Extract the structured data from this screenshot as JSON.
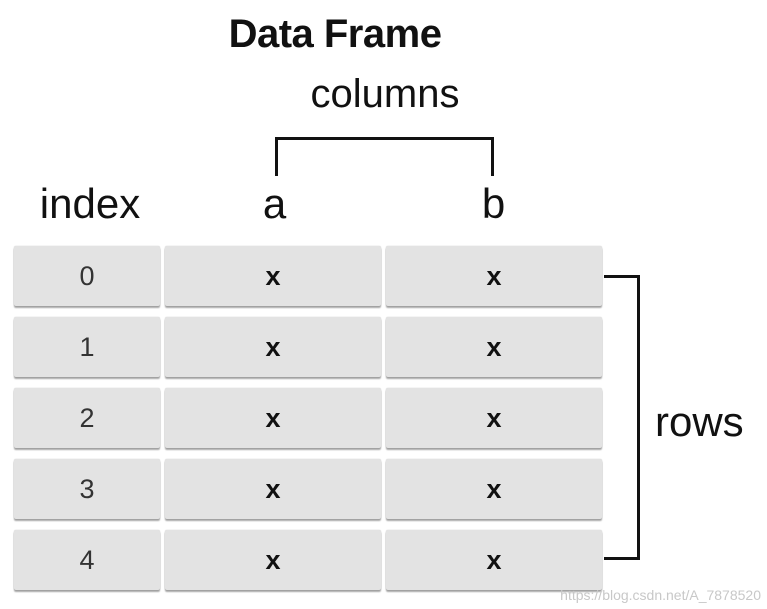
{
  "title": "Data Frame",
  "columns_label": "columns",
  "index_header": "index",
  "column_headers": [
    "a",
    "b"
  ],
  "rows": [
    {
      "index": "0",
      "a": "x",
      "b": "x"
    },
    {
      "index": "1",
      "a": "x",
      "b": "x"
    },
    {
      "index": "2",
      "a": "x",
      "b": "x"
    },
    {
      "index": "3",
      "a": "x",
      "b": "x"
    },
    {
      "index": "4",
      "a": "x",
      "b": "x"
    }
  ],
  "rows_label": "rows",
  "watermark": "https://blog.csdn.net/A_7878520"
}
